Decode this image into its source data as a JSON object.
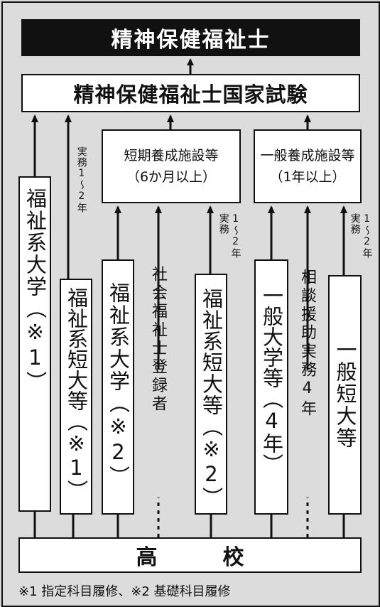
{
  "title": "精神保健福祉士",
  "exam": "精神保健福祉士国家試験",
  "short_facility": {
    "line1": "短期養成施設等",
    "line2": "（6か月以上）"
  },
  "general_facility": {
    "line1": "一般養成施設等",
    "line2": "（1年以上）"
  },
  "paths": {
    "welfare_univ_1": "福祉系大学（※1）",
    "welfare_junior_1": "福祉系短大等（※1）",
    "welfare_univ_2": "福祉系大学（※2）",
    "social_worker": "社会福祉士登録者",
    "welfare_junior_2": "福祉系短大等（※2）",
    "general_univ": "一般大学等（4年）",
    "counseling": "相談援助実務4年",
    "general_junior": "一般短大等"
  },
  "practice_notes": {
    "to_exam": "実務1〜2年",
    "to_short": "1〜2年 実務",
    "to_general": "1〜2年 実務"
  },
  "school": [
    "高",
    "校"
  ],
  "footnote": "※1 指定科目履修、※2 基礎科目履修"
}
